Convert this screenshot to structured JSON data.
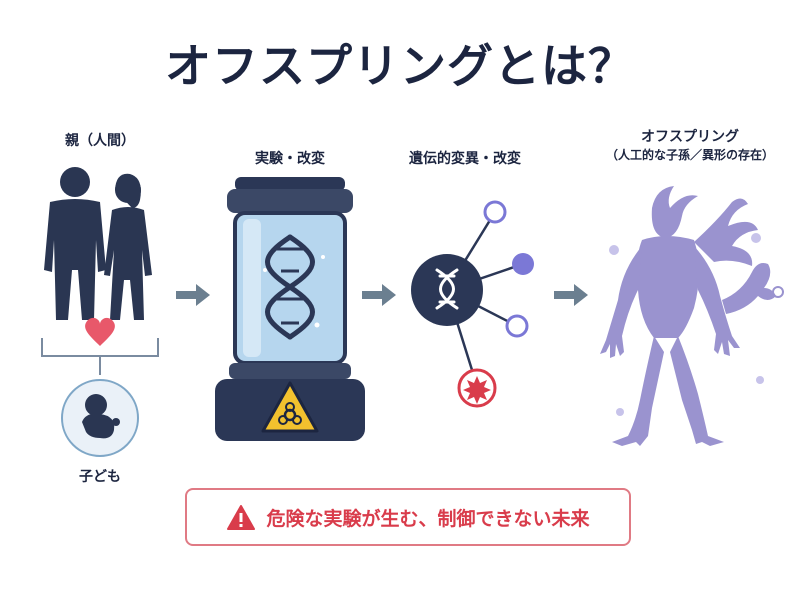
{
  "title": "オフスプリングとは？",
  "stages": {
    "parents": {
      "label": "親（人間）",
      "child_label": "子ども"
    },
    "experiment": {
      "label": "実験・改変"
    },
    "mutation": {
      "label": "遺伝的変異・改変"
    },
    "offspring": {
      "label": "オフスプリング",
      "sublabel": "（人工的な子孫／異形の存在）"
    }
  },
  "warning": {
    "text": "危険な実験が生む、制御できない未来",
    "icon": "warning-icon"
  },
  "colors": {
    "navy": "#2b3756",
    "dark_silhouette": "#2a3652",
    "heart": "#e8586a",
    "tank_glass": "#b6d6ee",
    "biohazard": "#f2c12e",
    "creature": "#9a93cf",
    "node_purple": "#7b78d6",
    "danger_red": "#d93c4b",
    "arrow_gray": "#6b7f90"
  }
}
